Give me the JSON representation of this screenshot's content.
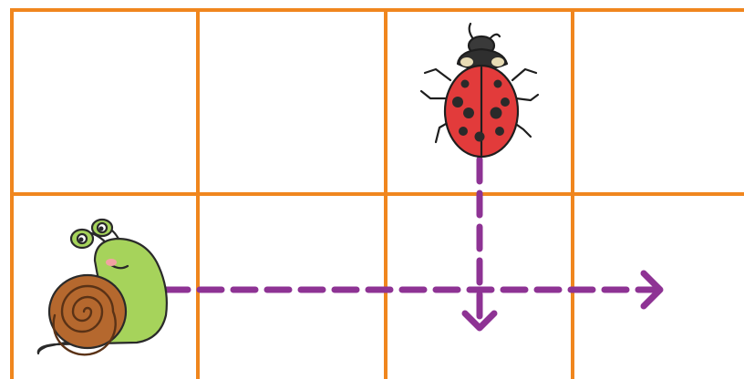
{
  "grid": {
    "rows": 2,
    "cols": 4,
    "line_color": "#F0861E"
  },
  "characters": [
    {
      "name": "ladybird",
      "icon": "ladybird-icon",
      "row": 1,
      "col": 3
    },
    {
      "name": "snail",
      "icon": "snail-icon",
      "row": 2,
      "col": 1
    }
  ],
  "paths": [
    {
      "from": "ladybird",
      "direction": "down",
      "color": "#8E3394"
    },
    {
      "from": "snail",
      "direction": "right",
      "color": "#8E3394"
    }
  ]
}
